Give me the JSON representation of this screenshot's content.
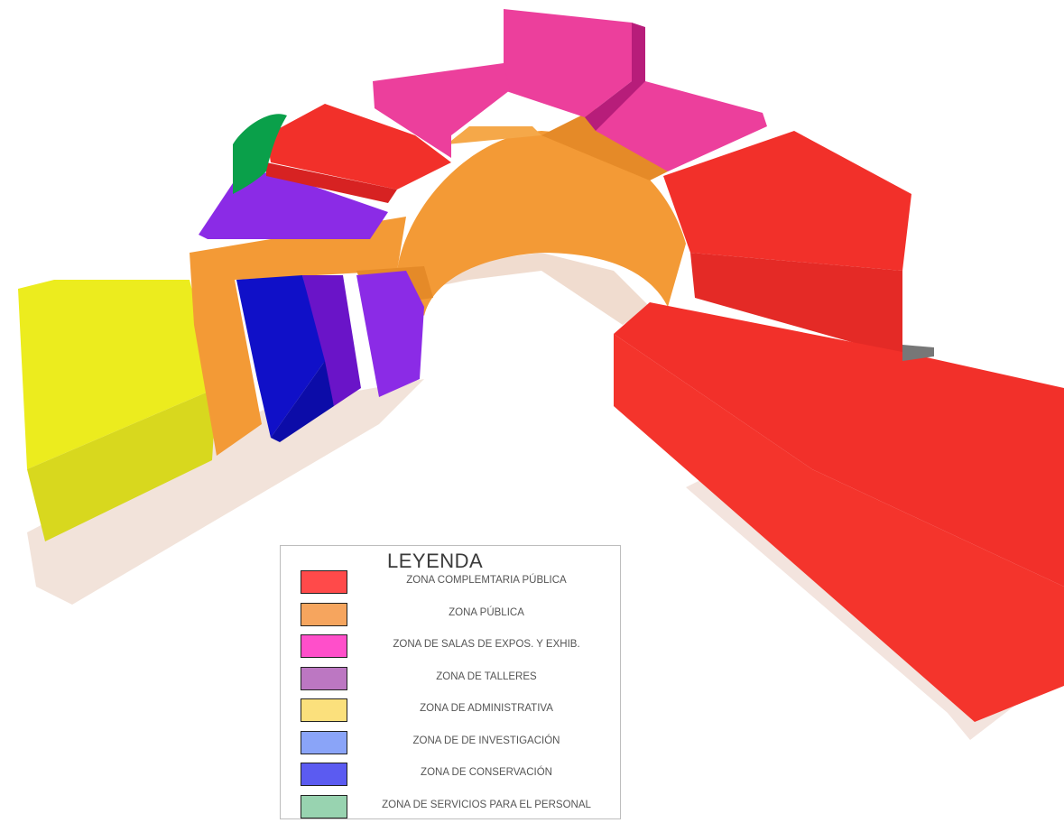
{
  "legend": {
    "title": "LEYENDA",
    "items": [
      {
        "label": "ZONA COMPLEMTARIA PÚBLICA",
        "color": "#ff4a4a"
      },
      {
        "label": "ZONA PÚBLICA",
        "color": "#f6a55e"
      },
      {
        "label": "ZONA DE SALAS DE EXPOS. Y EXHIB.",
        "color": "#ff4fca"
      },
      {
        "label": "ZONA DE TALLERES",
        "color": "#bc77c2"
      },
      {
        "label": "ZONA DE ADMINISTRATIVA",
        "color": "#fbe07c"
      },
      {
        "label": "ZONA DE DE INVESTIGACIÓN",
        "color": "#8aa4f8"
      },
      {
        "label": "ZONA DE CONSERVACIÓN",
        "color": "#5b5bf1"
      },
      {
        "label": "ZONA DE SERVICIOS PARA EL PERSONAL",
        "color": "#98d3b0"
      }
    ]
  },
  "zone_colors": {
    "complementaria": "#f2302a",
    "publica": "#f39a36",
    "salas": "#ec3f9c",
    "talleres": "#8b2be6",
    "administrativa": "#ecec1e",
    "conservacion": "#1010c8",
    "servicios": "#0aa04a"
  }
}
